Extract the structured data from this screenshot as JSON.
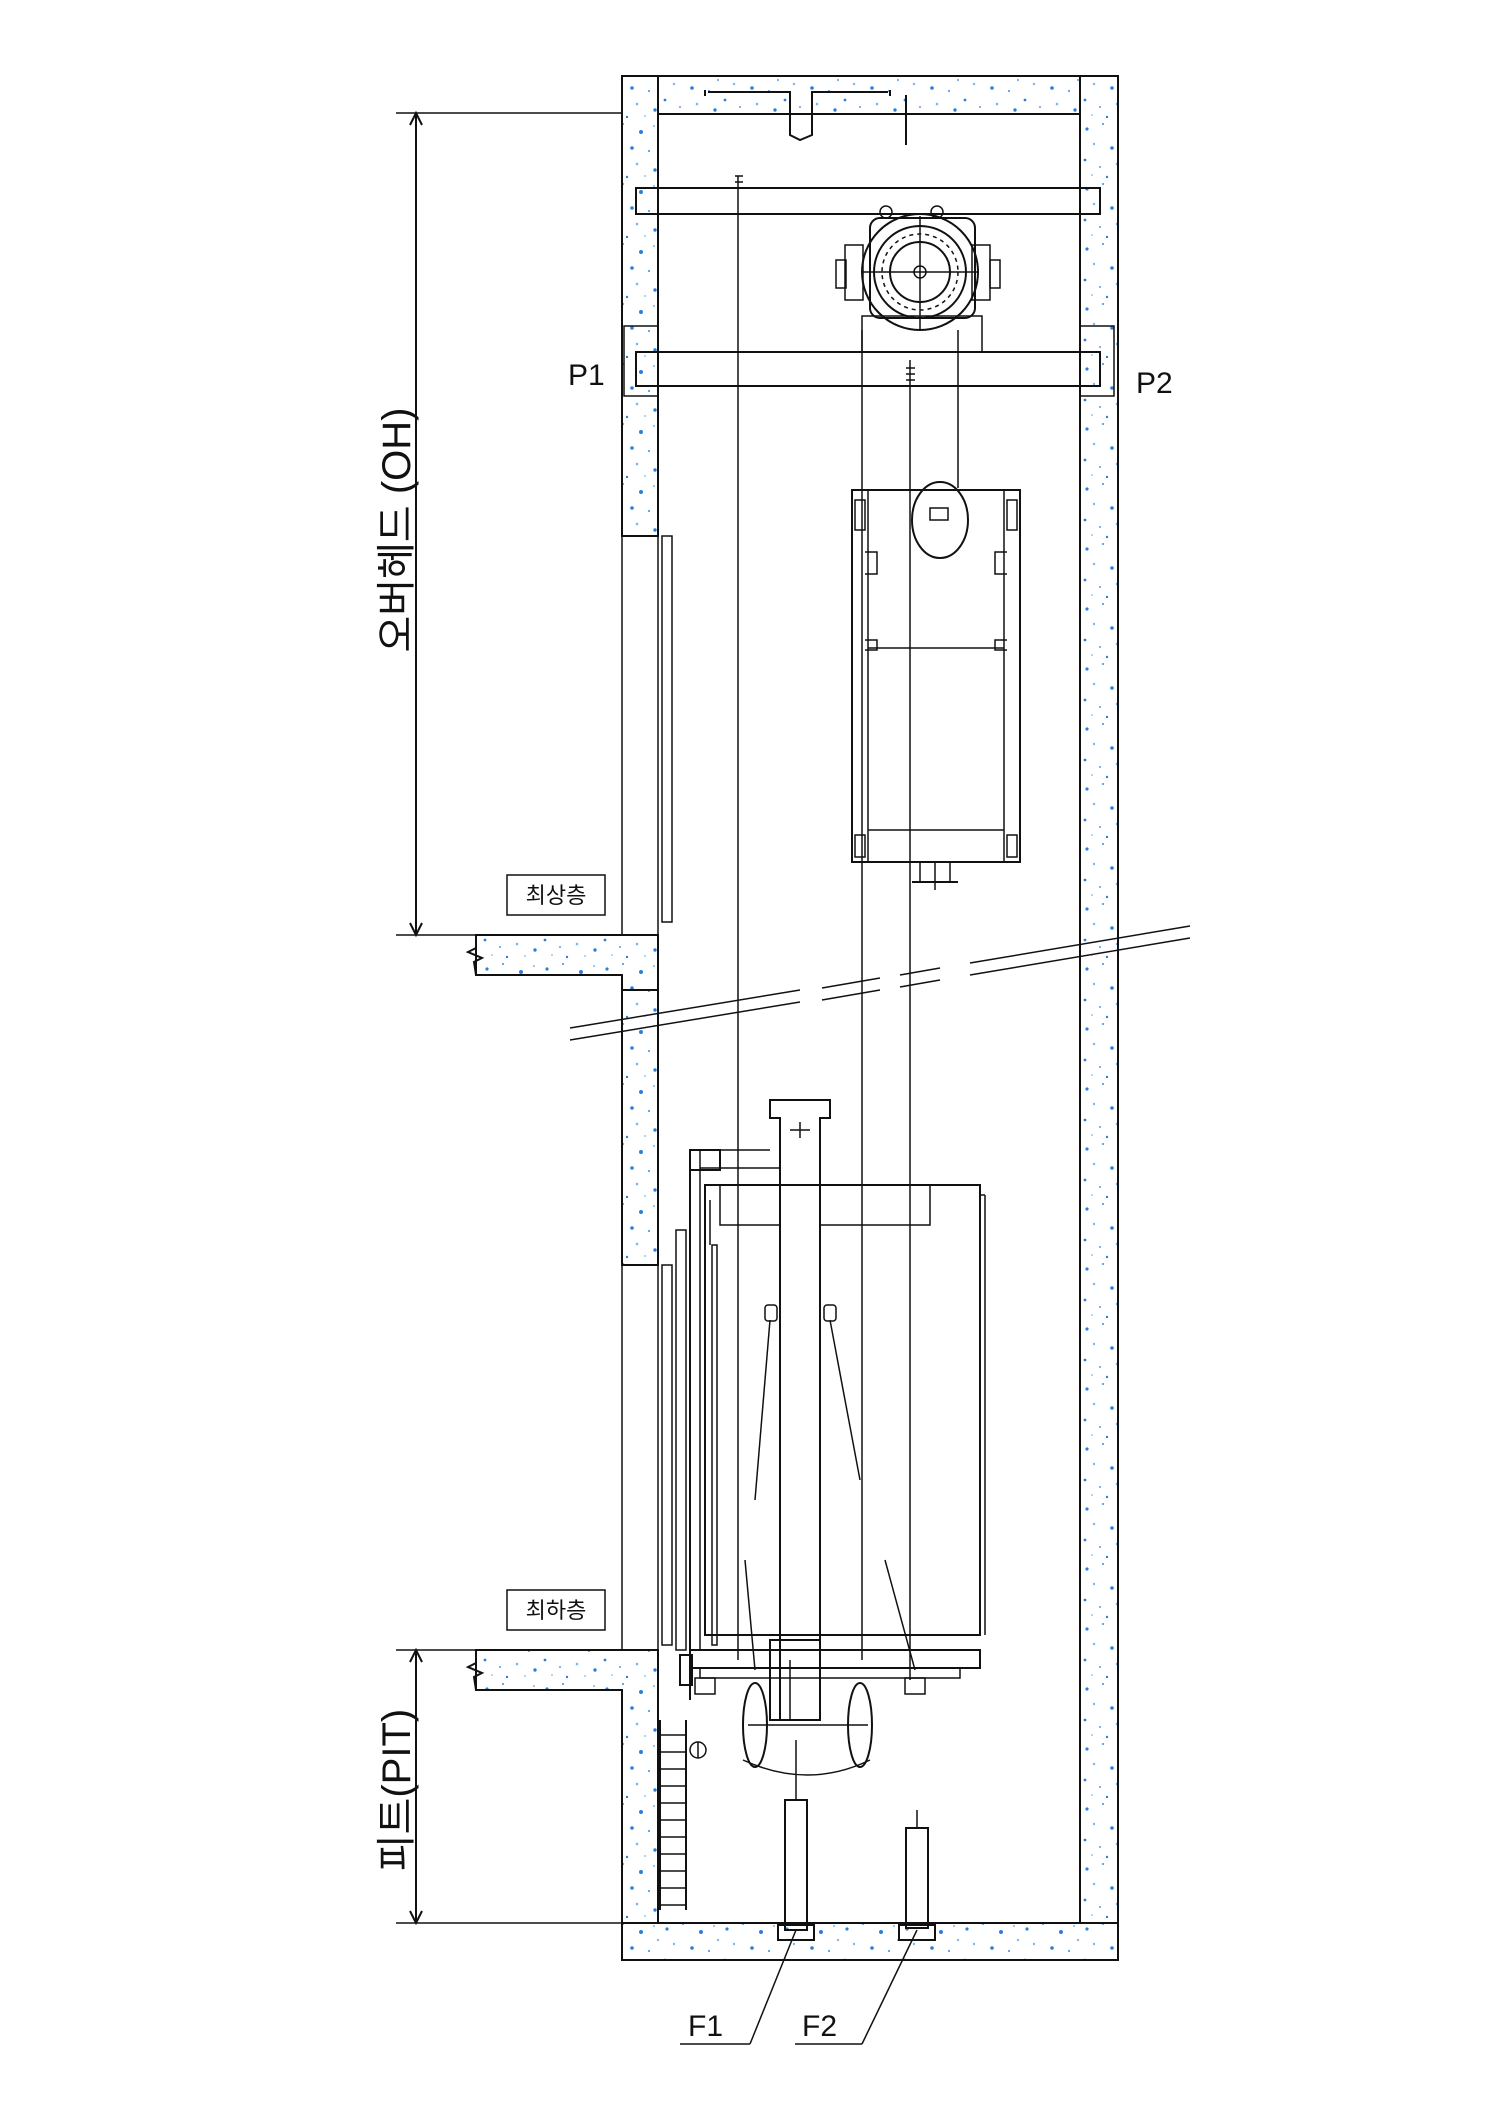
{
  "labels": {
    "overhead": "오버헤드 (OH)",
    "pit": "피트(PIT)",
    "top_floor": "최상층",
    "bottom_floor": "최하층",
    "p1": "P1",
    "p2": "P2",
    "f1": "F1",
    "f2": "F2"
  },
  "colors": {
    "line": "#111111",
    "concrete_speckle": "#2f7fd6",
    "background": "#ffffff"
  }
}
